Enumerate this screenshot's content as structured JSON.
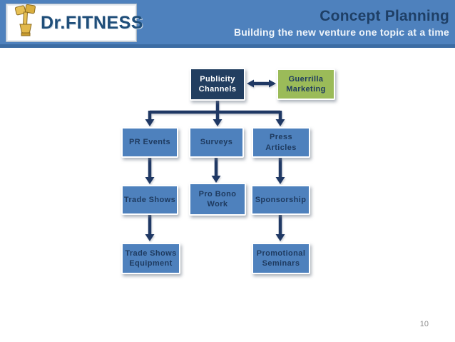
{
  "header": {
    "logo_text": "Dr.FITNESS",
    "title": "Concept Planning",
    "subtitle": "Building the new venture one topic at a time"
  },
  "page_number": "10",
  "colors": {
    "header_blue": "#4e81bd",
    "header_strip": "#3c6ca3",
    "box_blue": "#4e81bd",
    "box_navy": "#223e60",
    "box_green": "#9bbb59",
    "arrow_navy": "#1f3864",
    "title_navy": "#1e3f66",
    "logo_navy": "#1f4e79"
  },
  "diagram": {
    "nodes": {
      "publicity_channels": {
        "label": "Publicity\nChannels"
      },
      "guerrilla_marketing": {
        "label": "Guerrilla\nMarketing"
      },
      "pr_events": {
        "label": "PR Events"
      },
      "surveys": {
        "label": "Surveys"
      },
      "press_articles": {
        "label": "Press Articles"
      },
      "trade_shows": {
        "label": "Trade Shows"
      },
      "pro_bono_work": {
        "label": "Pro Bono\nWork"
      },
      "sponsorship": {
        "label": "Sponsorship"
      },
      "trade_shows_equipment": {
        "label": "Trade Shows\nEquipment"
      },
      "promotional_seminars": {
        "label": "Promotional\nSeminars"
      }
    },
    "edges": [
      {
        "from": "publicity_channels",
        "to": "guerrilla_marketing",
        "type": "double-arrow"
      },
      {
        "from": "publicity_channels",
        "to": "pr_events",
        "type": "arrow"
      },
      {
        "from": "publicity_channels",
        "to": "surveys",
        "type": "arrow"
      },
      {
        "from": "publicity_channels",
        "to": "press_articles",
        "type": "arrow"
      },
      {
        "from": "pr_events",
        "to": "trade_shows",
        "type": "arrow"
      },
      {
        "from": "surveys",
        "to": "pro_bono_work",
        "type": "arrow"
      },
      {
        "from": "press_articles",
        "to": "sponsorship",
        "type": "arrow"
      },
      {
        "from": "trade_shows",
        "to": "trade_shows_equipment",
        "type": "arrow"
      },
      {
        "from": "sponsorship",
        "to": "promotional_seminars",
        "type": "arrow"
      }
    ]
  }
}
